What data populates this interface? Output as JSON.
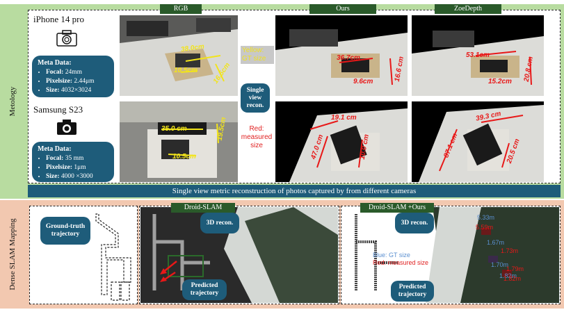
{
  "top_section": {
    "side_label": "Metology",
    "columns": {
      "rgb": "RGB",
      "ours": "Ours",
      "zoedepth": "ZoeDepth"
    },
    "devices": [
      {
        "name": "iPhone 14 pro",
        "meta_title": "Meta Data:",
        "items": [
          {
            "key": "Focal:",
            "value": "24mm"
          },
          {
            "key": "Pixelsize:",
            "value": "2.44μm"
          },
          {
            "key": "Size:",
            "value": "4032×3024"
          }
        ]
      },
      {
        "name": "Samsung S23",
        "meta_title": "Meta Data:",
        "items": [
          {
            "key": "Focal:",
            "value": "35 mm"
          },
          {
            "key": "Pixelsize:",
            "value": "1μm"
          },
          {
            "key": "Size:",
            "value": "4000 ×3000"
          }
        ]
      }
    ],
    "legend_yellow": "Yellow: GT size",
    "legend_callout": "Single view recon.",
    "legend_red": "Red: measured size",
    "measurements": {
      "rgb_1": [
        "38.0cm",
        "10.5cm",
        "16.5cm"
      ],
      "rgb_2": [
        "35.0 cm",
        "19.5cm",
        "10.5cm"
      ],
      "ours_1": [
        "36.7cm",
        "9.6cm",
        "16.6 cm"
      ],
      "zoe_1": [
        "53.1cm",
        "15.2cm",
        "20.8 cm"
      ],
      "ours_2": [
        "19.1 cm",
        "47.0 cm",
        "10.0 cm"
      ],
      "zoe_2": [
        "39.3 cm",
        "87.1 cm",
        "20.5 cm"
      ]
    },
    "banner": "Single view metric reconstruction of photos captured by from different cameras"
  },
  "bottom_section": {
    "side_label": "Dense SLAM Mapping",
    "ground_truth_callout": "Ground-truth trajectory",
    "droid_slam": "Droid-SLAM",
    "droid_slam_ours": "Droid-SLAM +Ours",
    "recon_callout": "3D recon.",
    "predicted_callout": "Predicted trajectory",
    "legend_blue": "Blue: GT size",
    "legend_red": "Red: measured size",
    "measurements_blue": [
      "5.33m",
      "1.67m",
      "1.70m",
      "1.82m"
    ],
    "measurements_red": [
      "5.59m",
      "1.73m",
      "1.79m",
      "1.82m"
    ]
  },
  "colors": {
    "top_band": "#b8dca0",
    "bottom_band": "#f2c8b0",
    "callout": "#1e5c7a",
    "header_tab": "#2a5a2a",
    "red_measure": "#e81818",
    "yellow_measure": "#f2e41a"
  },
  "icons": [
    "camera-outline-icon",
    "camera-filled-icon",
    "red-arrow-icon"
  ]
}
